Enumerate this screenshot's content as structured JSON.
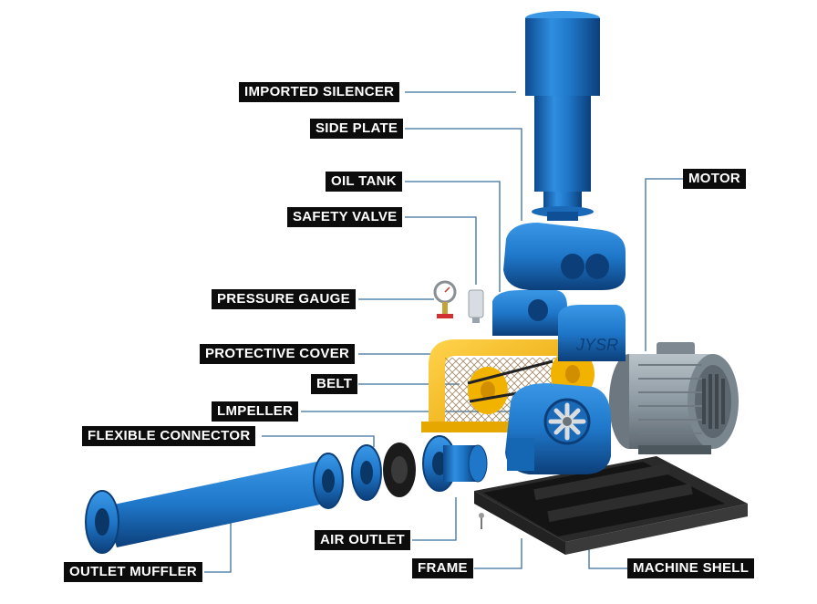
{
  "labels": {
    "imported_silencer": "IMPORTED SILENCER",
    "side_plate": "SIDE PLATE",
    "oil_tank": "OIL TANK",
    "safety_valve": "SAFETY VALVE",
    "pressure_gauge": "PRESSURE GAUGE",
    "protective_cover": "PROTECTIVE COVER",
    "belt": "BELT",
    "lmpeller": "LMPELLER",
    "flexible_connector": "FLEXIBLE CONNECTOR",
    "outlet_muffler": "OUTLET MUFFLER",
    "air_outlet": "AIR OUTLET",
    "frame": "FRAME",
    "machine_shell": "MACHINE SHELL",
    "motor": "MOTOR"
  },
  "brand_mark": "JYSR",
  "colors": {
    "blower_blue": "#1f77c9",
    "dark_blue": "#0f4f95",
    "cover_yellow": "#f5b800",
    "motor_grey": "#8e9aa3",
    "frame_black": "#1c1c1c",
    "leader_line": "#3b6f9e"
  }
}
